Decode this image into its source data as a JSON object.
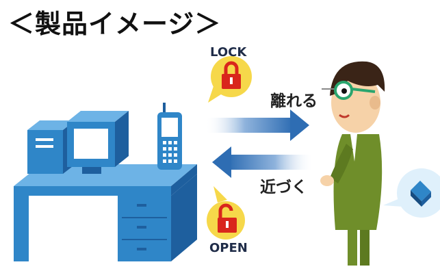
{
  "title": "＜製品イメージ＞",
  "lock_label": "LOCK",
  "open_label": "OPEN",
  "away_label": "離れる",
  "near_label": "近づく",
  "colors": {
    "desk": "#2f86c8",
    "desk_dark": "#1e5f9e",
    "monitor_screen": "#ffffff",
    "badge_yellow": "#f6d84a",
    "lock_red": "#d9261c",
    "arrow_blue": "#2e6db3",
    "suit_green": "#6f8e2a",
    "skin": "#f6d2a8",
    "hair": "#3a2417",
    "glasses": "#2aa56e"
  }
}
